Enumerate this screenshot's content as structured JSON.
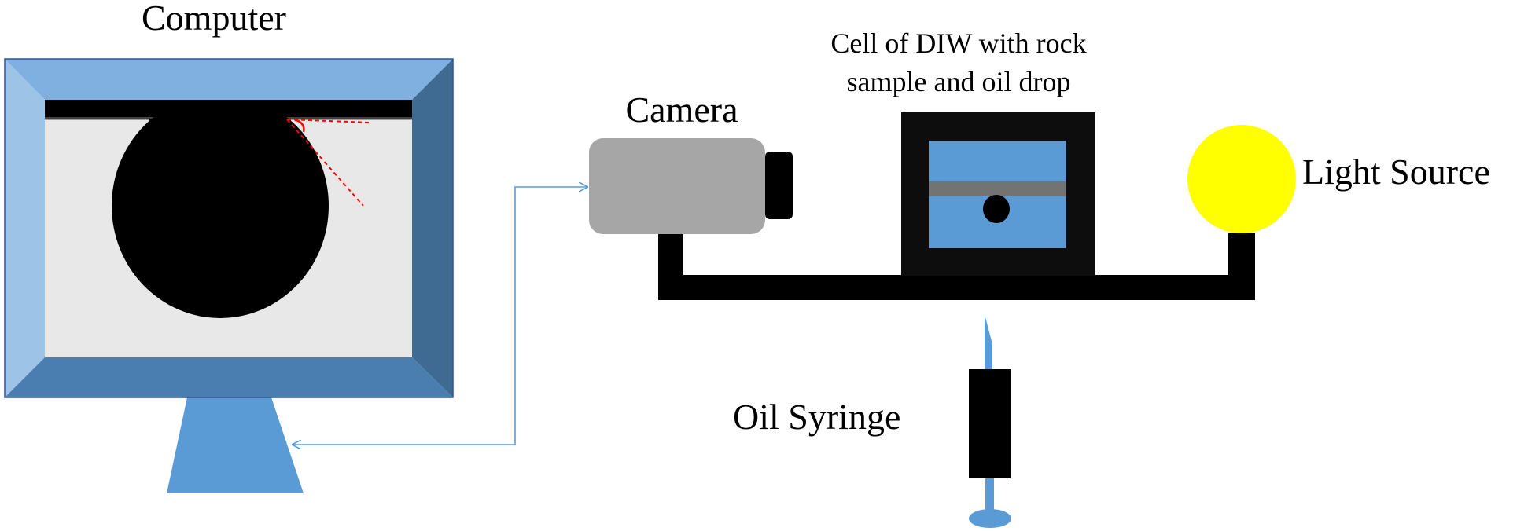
{
  "labels": {
    "computer": "Computer",
    "camera": "Camera",
    "cell_line1": "Cell of DIW with rock",
    "cell_line2": "sample and oil drop",
    "light_source": "Light Source",
    "oil_syringe": "Oil Syringe"
  },
  "colors": {
    "monitor_blue": "#5b9bd5",
    "monitor_light": "#9dc3e6",
    "monitor_top": "#7fb0e0",
    "monitor_dark": "#3f6a92",
    "monitor_bottom": "#4a7eb1",
    "camera_gray": "#a6a6a6",
    "cell_frame": "#0d0d0d",
    "cell_water": "#5b9bd5",
    "rock_gray": "#737373",
    "bench_black": "#000000",
    "light_yellow": "#ffff00",
    "connector_blue": "#5b9bd5",
    "angle_red": "#ff0000",
    "screen_bg": "#e8e8e8"
  },
  "icons": {
    "computer": "monitor-icon",
    "camera": "camera-icon",
    "light": "light-bulb-icon",
    "syringe": "syringe-icon"
  }
}
